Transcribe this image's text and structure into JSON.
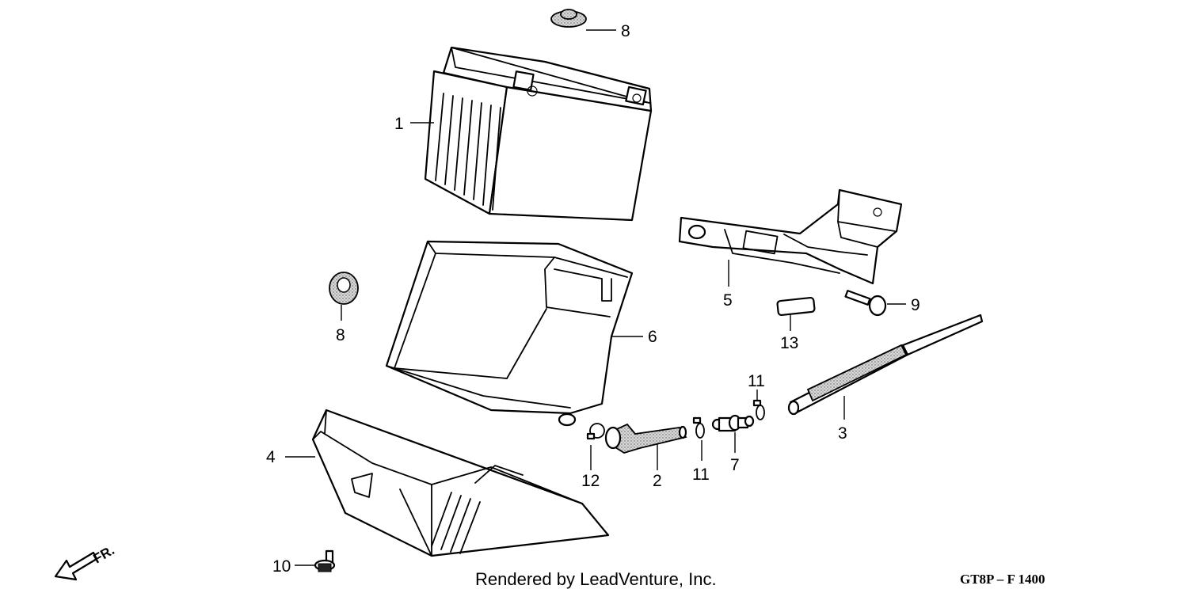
{
  "diagram": {
    "callouts": {
      "c1": "1",
      "c2": "2",
      "c3": "3",
      "c4": "4",
      "c5": "5",
      "c6": "6",
      "c7": "7",
      "c8a": "8",
      "c8b": "8",
      "c9": "9",
      "c10": "10",
      "c11a": "11",
      "c11b": "11",
      "c12": "12",
      "c13": "13"
    },
    "direction_label": "FR.",
    "footer_text": "Rendered by LeadVenture, Inc.",
    "diagram_code": "GT8P – F 1400"
  }
}
